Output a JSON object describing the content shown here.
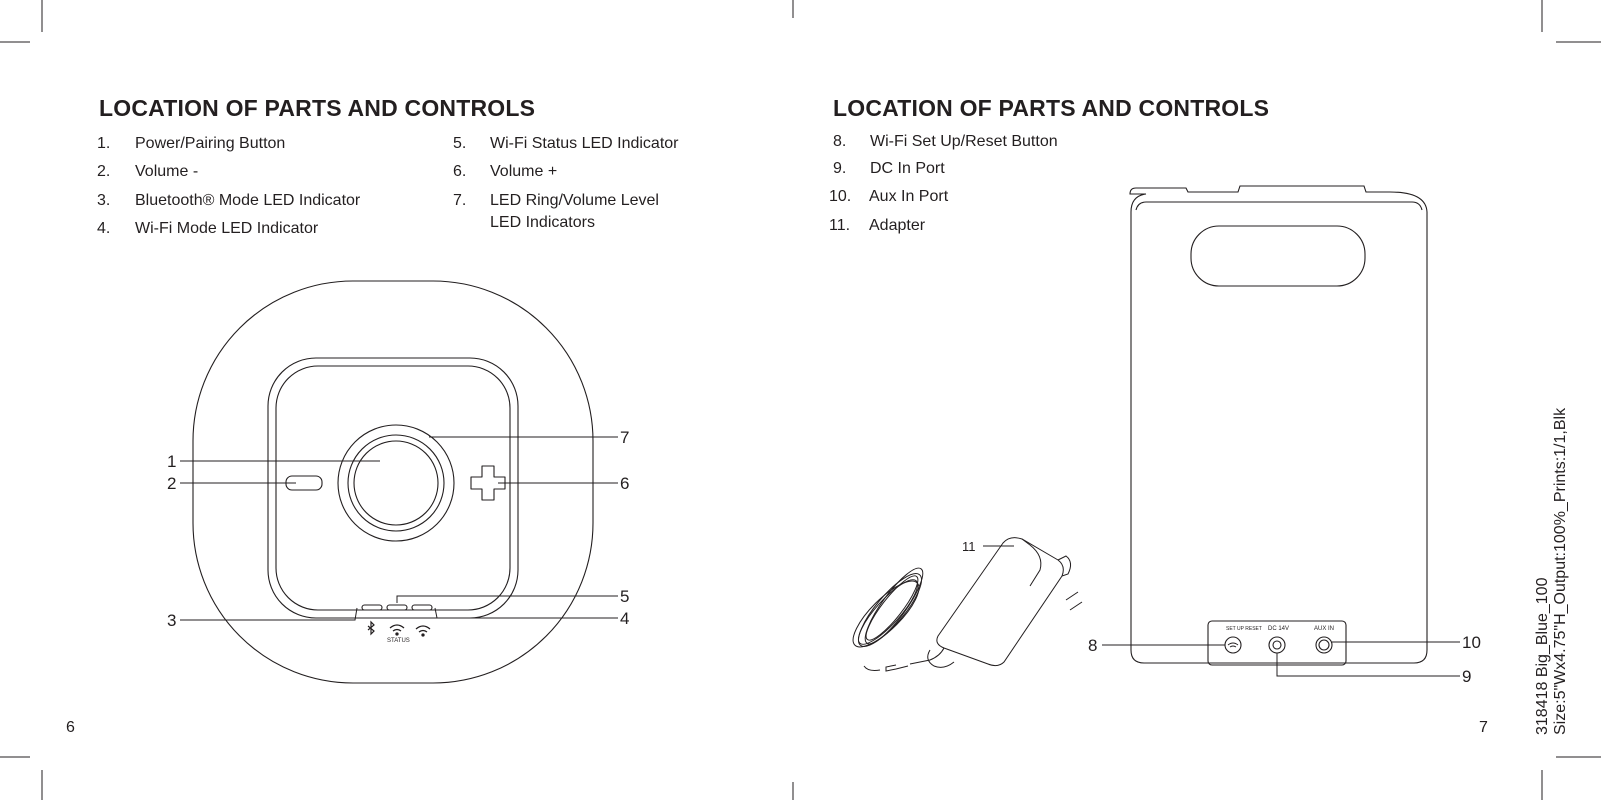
{
  "left_page": {
    "title": "LOCATION OF PARTS AND CONTROLS",
    "items": [
      {
        "num": "1.",
        "label": "Power/Pairing Button"
      },
      {
        "num": "2.",
        "label": "Volume -"
      },
      {
        "num": "3.",
        "label": "Bluetooth® Mode LED Indicator"
      },
      {
        "num": "4.",
        "label": "Wi-Fi Mode LED Indicator"
      },
      {
        "num": "5.",
        "label": "Wi-Fi Status LED Indicator"
      },
      {
        "num": "6.",
        "label": "Volume +"
      },
      {
        "num": "7.",
        "label": "LED Ring/Volume Level",
        "label2": "LED Indicators"
      }
    ],
    "callouts": [
      "1",
      "2",
      "3",
      "4",
      "5",
      "6",
      "7"
    ],
    "status_text": "STATUS",
    "page_number": "6"
  },
  "right_page": {
    "title": "LOCATION OF PARTS AND CONTROLS",
    "items": [
      {
        "num": "8.",
        "label": "Wi-Fi Set Up/Reset Button"
      },
      {
        "num": "9.",
        "label": "DC In Port"
      },
      {
        "num": "10.",
        "label": "Aux In Port"
      },
      {
        "num": "11.",
        "label": "Adapter"
      }
    ],
    "callouts": [
      "8",
      "9",
      "10",
      "11"
    ],
    "port_labels": [
      "SET UP RESET",
      "DC 14V",
      "AUX IN"
    ],
    "page_number": "7"
  },
  "slug": {
    "line1": "318418 Big_Blue_100",
    "line2": "Size:5\"Wx4.75\"H_Output:100%_Prints:1/1,Blk"
  }
}
